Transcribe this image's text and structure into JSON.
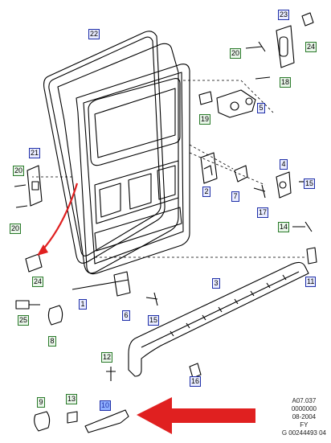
{
  "callouts": [
    {
      "id": "c22",
      "label": "22",
      "color": "blue"
    },
    {
      "id": "c23",
      "label": "23",
      "color": "blue"
    },
    {
      "id": "c24a",
      "label": "24",
      "color": "green"
    },
    {
      "id": "c20a",
      "label": "20",
      "color": "green"
    },
    {
      "id": "c18",
      "label": "18",
      "color": "green"
    },
    {
      "id": "c5",
      "label": "5",
      "color": "blue"
    },
    {
      "id": "c19",
      "label": "19",
      "color": "green"
    },
    {
      "id": "c21",
      "label": "21",
      "color": "blue"
    },
    {
      "id": "c20b",
      "label": "20",
      "color": "green"
    },
    {
      "id": "c20c",
      "label": "20",
      "color": "green"
    },
    {
      "id": "c4",
      "label": "4",
      "color": "blue"
    },
    {
      "id": "c2",
      "label": "2",
      "color": "blue"
    },
    {
      "id": "c7",
      "label": "7",
      "color": "blue"
    },
    {
      "id": "c15a",
      "label": "15",
      "color": "blue"
    },
    {
      "id": "c17",
      "label": "17",
      "color": "blue"
    },
    {
      "id": "c14",
      "label": "14",
      "color": "green"
    },
    {
      "id": "c11",
      "label": "11",
      "color": "blue"
    },
    {
      "id": "c24b",
      "label": "24",
      "color": "green"
    },
    {
      "id": "c3",
      "label": "3",
      "color": "blue"
    },
    {
      "id": "c1",
      "label": "1",
      "color": "blue"
    },
    {
      "id": "c6",
      "label": "6",
      "color": "blue"
    },
    {
      "id": "c15b",
      "label": "15",
      "color": "blue"
    },
    {
      "id": "c25",
      "label": "25",
      "color": "green"
    },
    {
      "id": "c8",
      "label": "8",
      "color": "green"
    },
    {
      "id": "c12",
      "label": "12",
      "color": "green"
    },
    {
      "id": "c16",
      "label": "16",
      "color": "blue"
    },
    {
      "id": "c9",
      "label": "9",
      "color": "green"
    },
    {
      "id": "c13",
      "label": "13",
      "color": "green"
    },
    {
      "id": "c10",
      "label": "10",
      "color": "blue",
      "highlight": true
    }
  ],
  "info": [
    "A07.037",
    "0000000",
    "08-2004",
    "FY",
    "G 00244493 04"
  ],
  "colors": {
    "arrow": "#e02020",
    "line": "#000000",
    "callout_blue": "#1f2fa8",
    "callout_green": "#2a7a2a"
  }
}
